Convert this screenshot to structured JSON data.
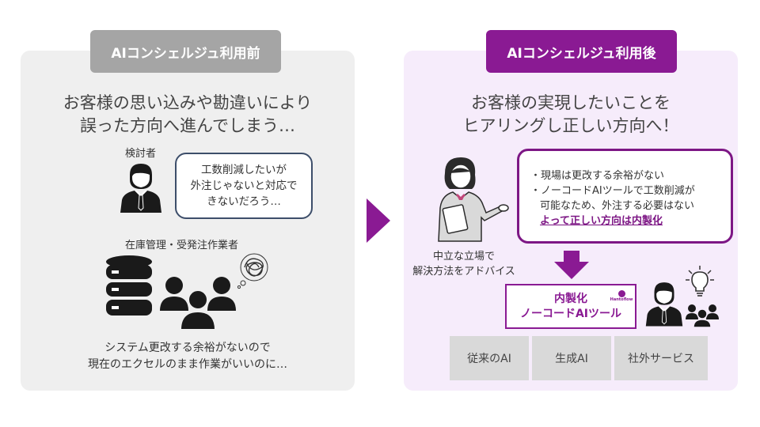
{
  "colors": {
    "accent": "#8a1a93",
    "left_panel": "#efefef",
    "right_panel": "#f6ecfb",
    "grey_tag": "#a5a5a5"
  },
  "before": {
    "tag": "AIコンシェルジュ利用前",
    "headline_line1": "お客様の思い込みや勘違いにより",
    "headline_line2": "誤った方向へ進んでしまう…",
    "person_label": "検討者",
    "bubble_line1": "工数削減したいが",
    "bubble_line2": "外注じゃないと対応で",
    "bubble_line3": "きないだろう…",
    "group_label": "在庫管理・受発注作業者",
    "footer_line1": "システム更改する余裕がないので",
    "footer_line2": "現在のエクセルのまま作業がいいのに…",
    "icons": [
      "businessman-icon",
      "database-icon",
      "group-of-people-icon",
      "tangled-thought-icon"
    ]
  },
  "after": {
    "tag": "AIコンシェルジュ利用後",
    "headline_line1": "お客様の実現したいことを",
    "headline_line2": "ヒアリングし正しい方向へ！",
    "bubble_line1": "・現場は更改する余裕がない",
    "bubble_line2": "・ノーコードAIツールで工数削減が",
    "bubble_line3": "可能なため、外注する必要はない",
    "bubble_emphasis": "よって正しい方向は内製化",
    "advisor_line1": "中立な立場で",
    "advisor_line2": "解決方法をアドバイス",
    "product_line1": "内製化",
    "product_line2": "ノーコードAIツール",
    "product_logo": "Hantoflow",
    "options": [
      "従来のAI",
      "生成AI",
      "社外サービス"
    ],
    "icons": [
      "concierge-woman-icon",
      "down-arrow-icon",
      "businessman-icon",
      "lightbulb-icon",
      "team-icon"
    ]
  }
}
